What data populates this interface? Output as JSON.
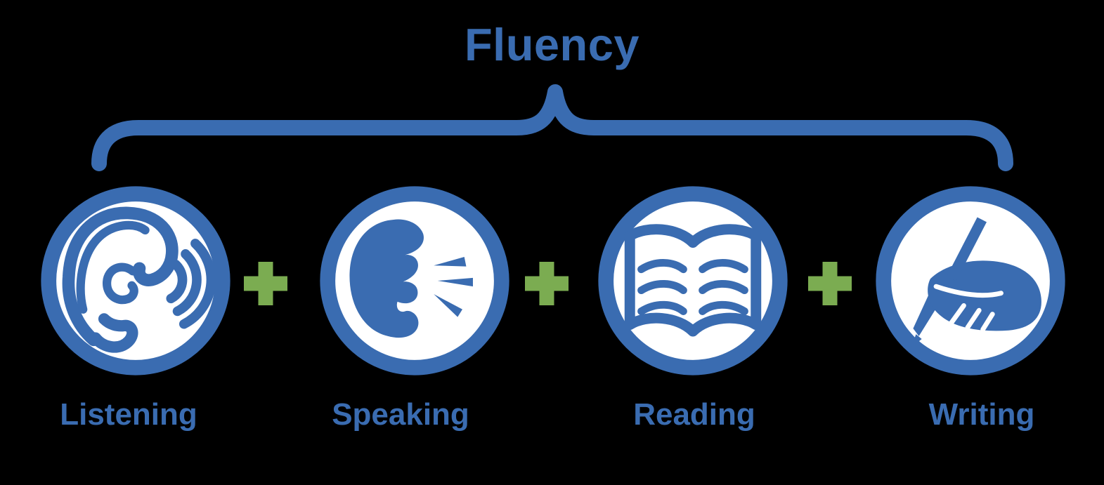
{
  "title": "Fluency",
  "colors": {
    "blue": "#3a6cb1",
    "green": "#7bac51",
    "background": "#000000",
    "circle_fill": "#ffffff"
  },
  "skills": [
    {
      "label": "Listening",
      "icon": "ear-with-sound-waves-icon"
    },
    {
      "label": "Speaking",
      "icon": "talking-head-icon"
    },
    {
      "label": "Reading",
      "icon": "open-book-icon"
    },
    {
      "label": "Writing",
      "icon": "hand-writing-icon"
    }
  ],
  "operator": {
    "symbol": "+",
    "count": 3
  }
}
